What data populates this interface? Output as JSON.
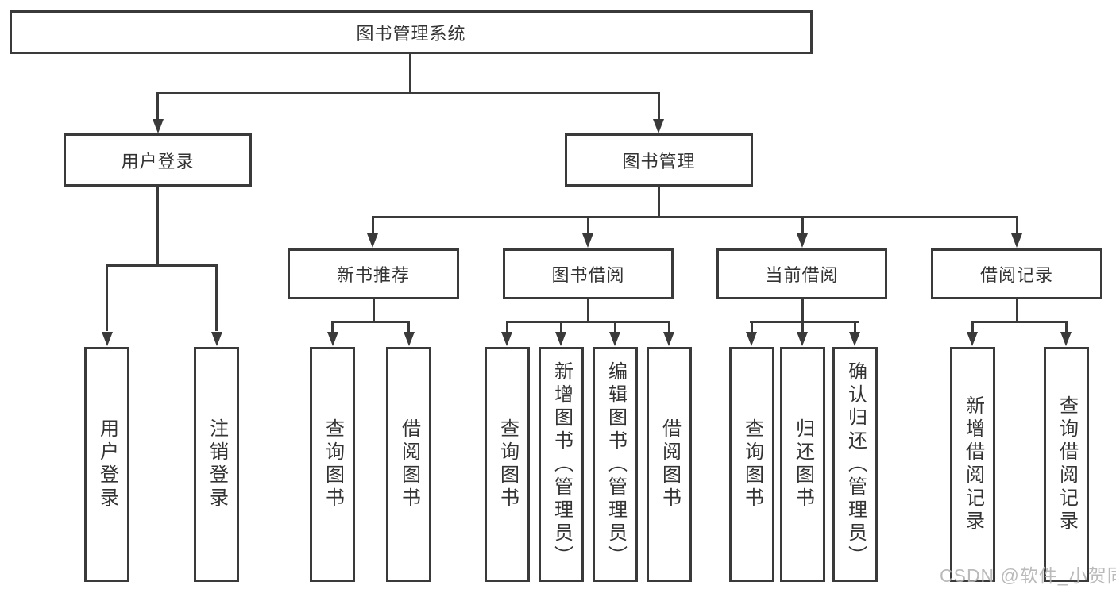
{
  "page": {
    "watermark": "CSDN @软件_小贺同学"
  },
  "colors": {
    "line": "#3a3a3a",
    "text": "#333333",
    "background": "#ffffff",
    "watermark": "#b3b3b3"
  },
  "tree": {
    "root": {
      "label": "图书管理系统",
      "children": [
        {
          "label": "用户登录",
          "children": [
            {
              "label": "用户登录"
            },
            {
              "label": "注销登录"
            }
          ]
        },
        {
          "label": "图书管理",
          "children": [
            {
              "label": "新书推荐",
              "children": [
                {
                  "label": "查询图书"
                },
                {
                  "label": "借阅图书"
                }
              ]
            },
            {
              "label": "图书借阅",
              "children": [
                {
                  "label": "查询图书"
                },
                {
                  "label": "新增图书（管理员）"
                },
                {
                  "label": "编辑图书（管理员）"
                },
                {
                  "label": "借阅图书"
                }
              ]
            },
            {
              "label": "当前借阅",
              "children": [
                {
                  "label": "查询图书"
                },
                {
                  "label": "归还图书"
                },
                {
                  "label": "确认归还（管理员）"
                }
              ]
            },
            {
              "label": "借阅记录",
              "children": [
                {
                  "label": "新增借阅记录"
                },
                {
                  "label": "查询借阅记录"
                }
              ]
            }
          ]
        }
      ]
    }
  }
}
